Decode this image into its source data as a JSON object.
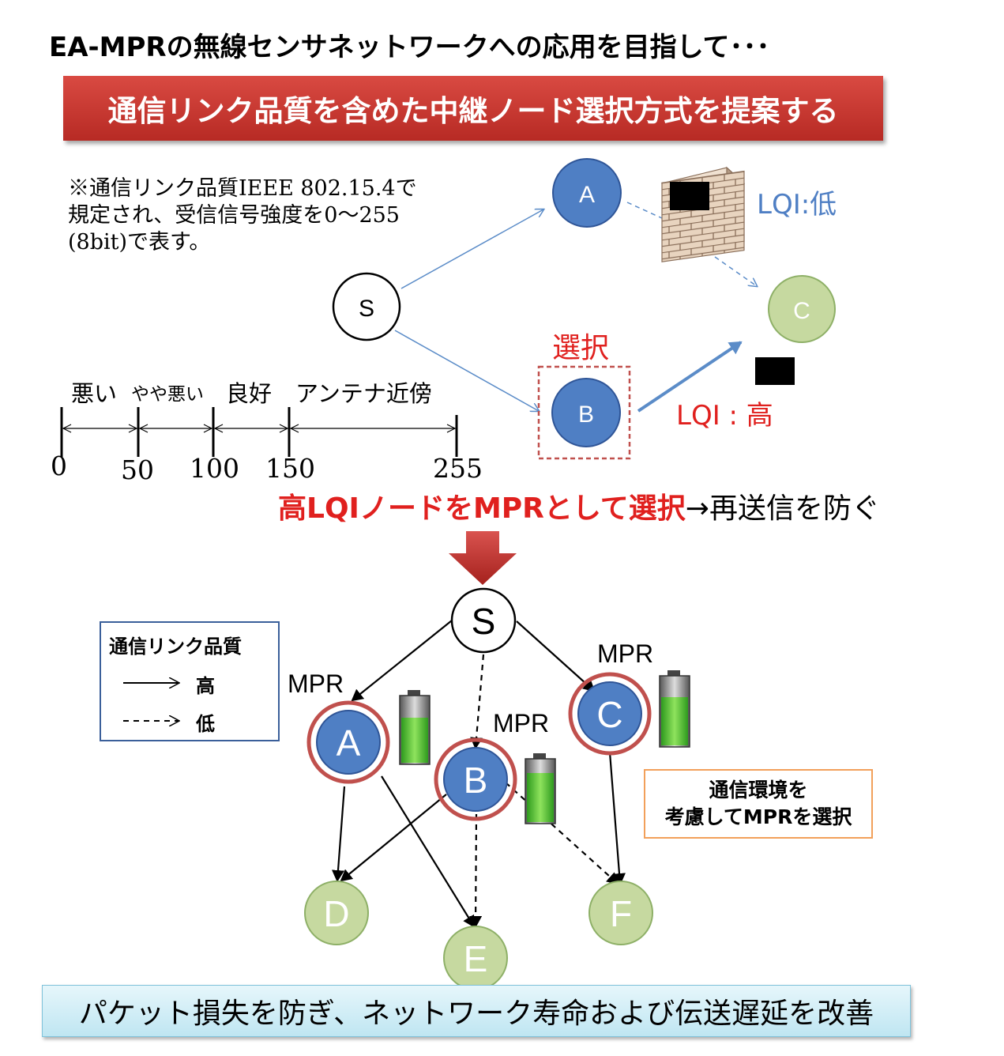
{
  "title": "EA-MPRの無線センサネットワークへの応用を目指して･･･",
  "banner": "通信リンク品質を含めた中継ノード選択方式を提案する",
  "note": {
    "line1": "※通信リンク品質IEEE 802.15.4で",
    "line2": "規定され、受信信号強度を0〜255",
    "line3": "(8bit)で表す。"
  },
  "top_diagram": {
    "nodes": {
      "s": "S",
      "a": "A",
      "b": "B",
      "c": "C"
    },
    "lqi_low": "LQI:低",
    "lqi_high": "LQI : 高",
    "select_label": "選択"
  },
  "scale": {
    "ranges": [
      "悪い",
      "やや悪い",
      "良好",
      "アンテナ近傍"
    ],
    "ticks": [
      "0",
      "50",
      "100",
      "150",
      "255"
    ]
  },
  "conclusion": {
    "red": "高LQIノードをMPRとして選択",
    "black": "→再送信を防ぐ"
  },
  "legend": {
    "title": "通信リンク品質",
    "high": "高",
    "low": "低"
  },
  "bottom_diagram": {
    "nodes": {
      "s": "S",
      "a": "A",
      "b": "B",
      "c": "C",
      "d": "D",
      "e": "E",
      "f": "F"
    },
    "mpr": "MPR"
  },
  "callout": {
    "line1": "通信環境を",
    "line2": "考慮してMPRを選択"
  },
  "bottom_banner": "パケット損失を防ぎ、ネットワーク寿命および伝送遅延を改善",
  "colors": {
    "blue_node": "#4f7fc4",
    "green_node": "#c6d9a0",
    "red_accent": "#e0201e",
    "mpr_ring": "#c0504d",
    "arrow_blue": "#5b8cc8"
  }
}
